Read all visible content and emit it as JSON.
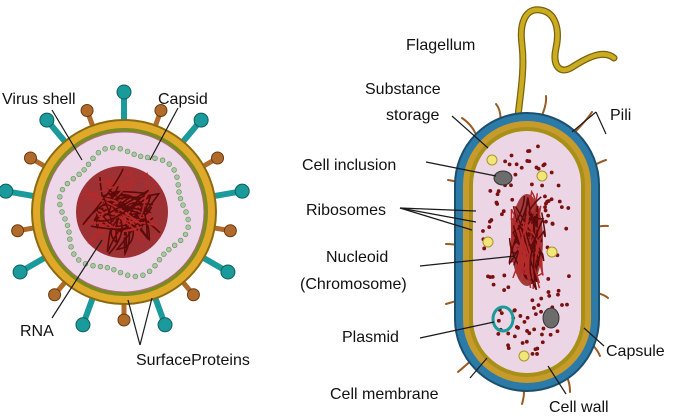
{
  "virus": {
    "labels": {
      "shell": "Virus shell",
      "capsid": "Capsid",
      "rna": "RNA",
      "surface_proteins": "SurfaceProteins"
    }
  },
  "bacterium": {
    "labels": {
      "flagellum": "Flagellum",
      "substance_storage_line1": "Substance",
      "substance_storage_line2": "storage",
      "pili": "Pili",
      "cell_inclusion": "Cell inclusion",
      "ribosomes": "Ribosomes",
      "nucleoid_line1": "Nucleoid",
      "nucleoid_line2": "(Chromosome)",
      "plasmid": "Plasmid",
      "capsule": "Capsule",
      "cell_membrane": "Cell membrane",
      "cell_wall": "Cell wall"
    }
  },
  "colors": {
    "protein_teal": "#1a9a9a",
    "protein_brown": "#b06a2a",
    "shell_gold": "#e0a92a",
    "membrane_olive": "#b8a020",
    "capsid_pink": "#eed7e8",
    "rna_red": "#8e1414",
    "capsule_blue": "#2c7aa8",
    "cytoplasm_pink": "#ecd6e6",
    "granule_yellow": "#f2e67a",
    "inclusion_gray": "#6c6c6c",
    "flagellum_gold": "#c9ad1f",
    "pili_brown": "#9a5a22"
  }
}
